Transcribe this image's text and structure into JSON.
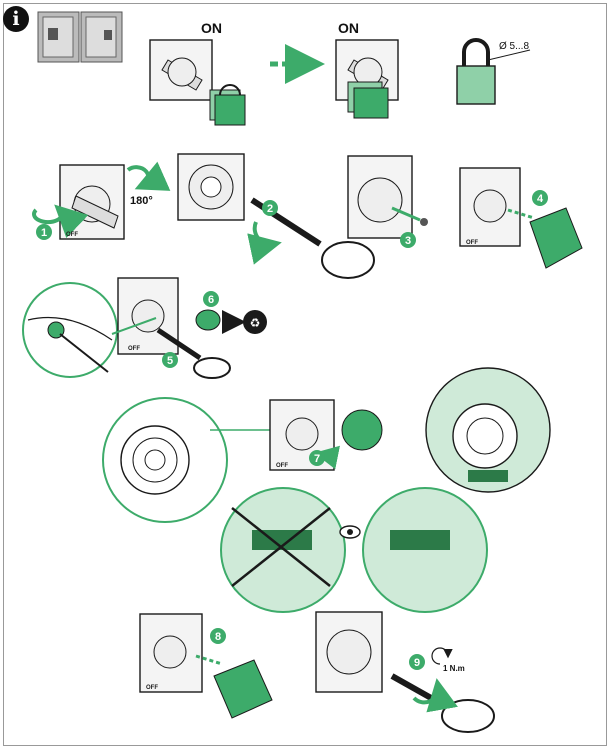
{
  "info_icon": "i",
  "labels": {
    "on_left": "ON",
    "on_right": "ON",
    "padlock_diameter": "Ø 5...8",
    "rotation_angle": "180°",
    "torque": "1 N.m",
    "off_text": "OFF"
  },
  "steps": [
    "1",
    "2",
    "3",
    "4",
    "5",
    "6",
    "7",
    "8",
    "9"
  ],
  "colors": {
    "accent_green": "#3dab6a",
    "light_green": "#8fd0a8",
    "zoom_fill": "#cfead8",
    "outline": "#1a1a1a"
  },
  "icons": [
    "info-icon",
    "enclosure-icon",
    "padlock-icon",
    "arrow-icon",
    "recycle-icon",
    "eye-icon",
    "rotate-icon"
  ]
}
